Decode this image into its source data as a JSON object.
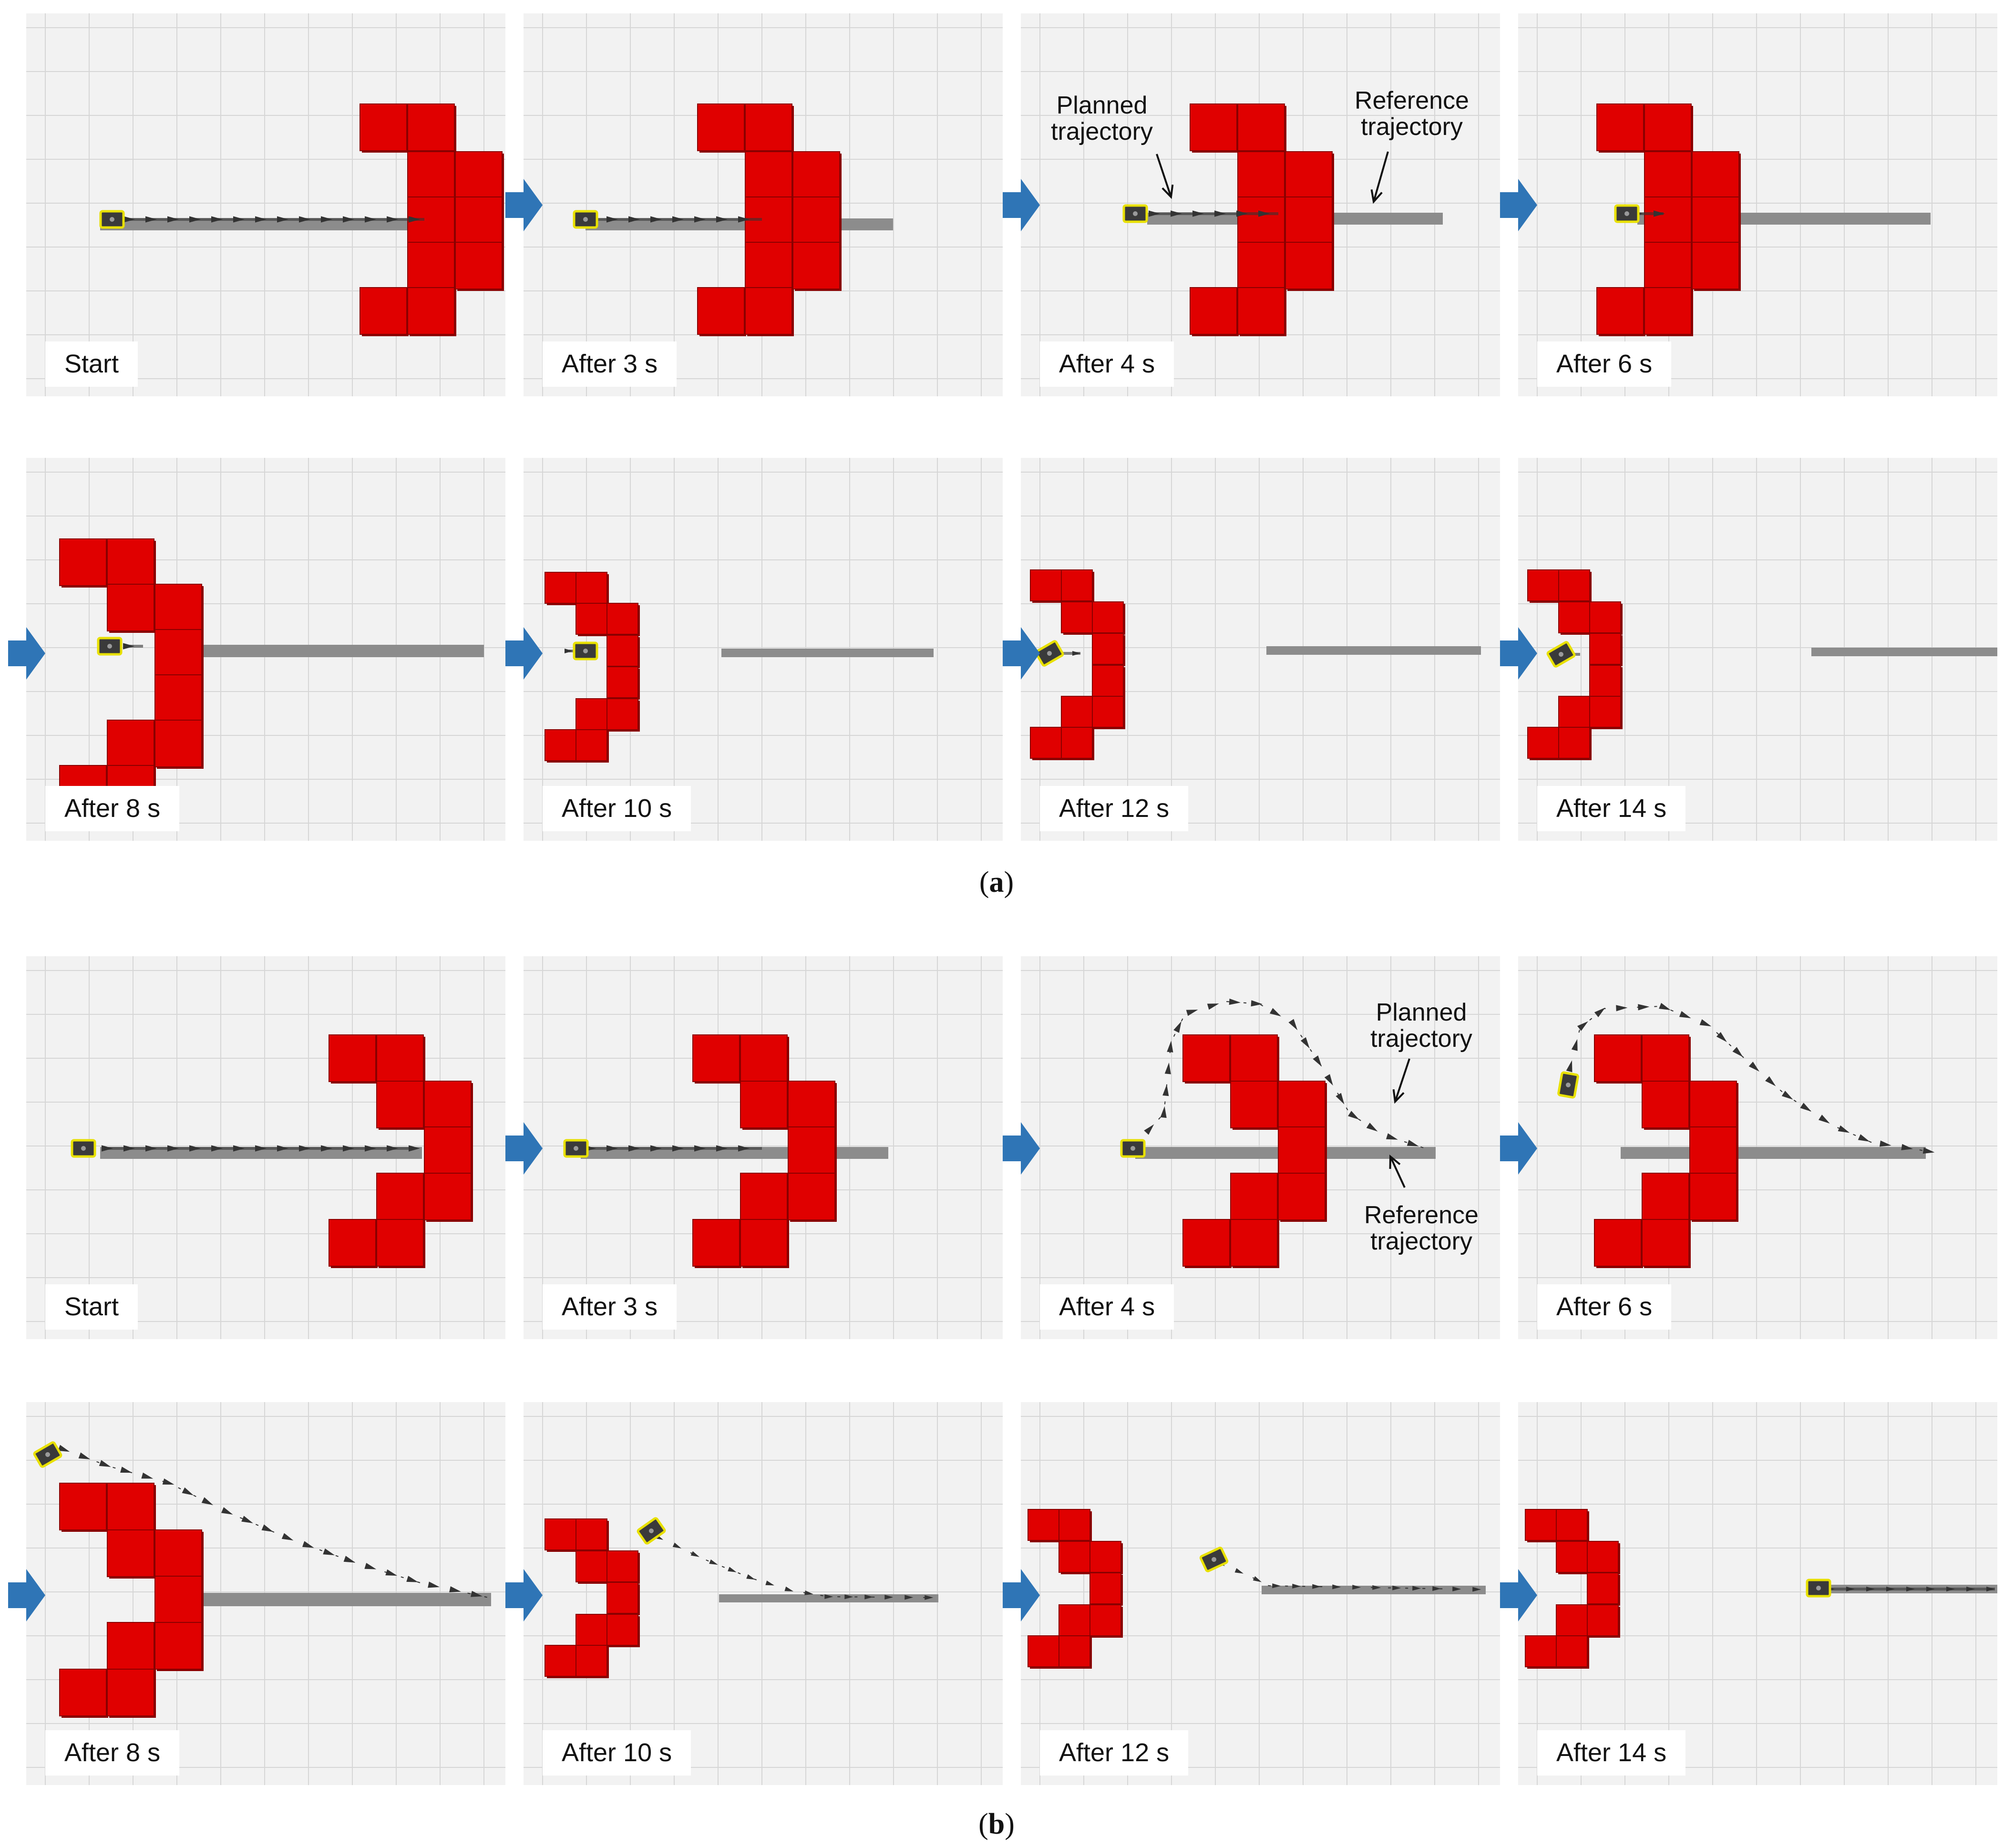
{
  "colors": {
    "panel_background": "#f2f2f2",
    "grid_line": "#d6d6d6",
    "obstacle": "#e00000",
    "obstacle_edge": "#8a0000",
    "reference_trajectory": "#8c8c8c",
    "planned_trajectory": "#333333",
    "robot_body": "#3a3a3a",
    "robot_outline": "#e8e000",
    "flow_arrow": "#2f75b6"
  },
  "icons": {
    "flow_arrow": "right-arrow-icon",
    "robot": "robot-icon",
    "obstacle": "obstacle-block"
  },
  "annotation_labels": {
    "planned_line1": "Planned",
    "planned_line2": "trajectory",
    "reference_line1": "Reference",
    "reference_line2": "trajectory"
  },
  "figure": {
    "part_a": {
      "label_open": "(",
      "label_letter": "a",
      "label_close": ")",
      "frames": [
        {
          "caption": "Start"
        },
        {
          "caption": "After 3 s"
        },
        {
          "caption": "After 4 s"
        },
        {
          "caption": "After 6 s"
        },
        {
          "caption": "After 8 s"
        },
        {
          "caption": "After 10 s"
        },
        {
          "caption": "After 12 s"
        },
        {
          "caption": "After 14 s"
        }
      ]
    },
    "part_b": {
      "label_open": "(",
      "label_letter": "b",
      "label_close": ")",
      "frames": [
        {
          "caption": "Start"
        },
        {
          "caption": "After 3 s"
        },
        {
          "caption": "After 4 s"
        },
        {
          "caption": "After 6 s"
        },
        {
          "caption": "After 8 s"
        },
        {
          "caption": "After 10 s"
        },
        {
          "caption": "After 12 s"
        },
        {
          "caption": "After 14 s"
        }
      ]
    }
  }
}
